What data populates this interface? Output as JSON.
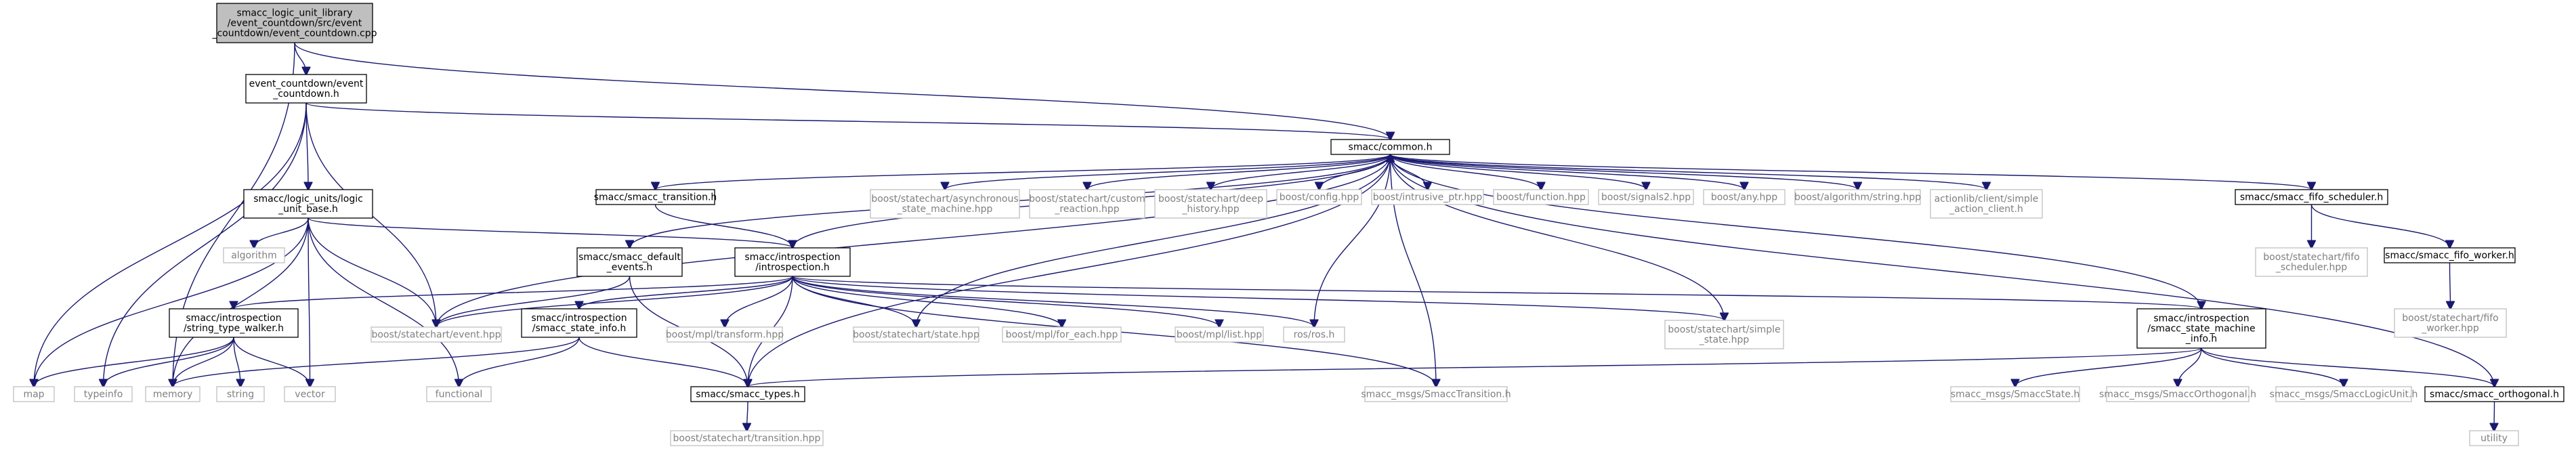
{
  "graph": {
    "title": "",
    "nodes": [
      {
        "id": "root",
        "lines": [
          "smacc_logic_unit_library",
          "/event_countdown/src/event",
          "_countdown/event_countdown.cpp"
        ],
        "kind": "root"
      },
      {
        "id": "ec_h",
        "lines": [
          "event_countdown/event",
          "_countdown.h"
        ],
        "kind": "internal"
      },
      {
        "id": "common",
        "lines": [
          "smacc/common.h"
        ],
        "kind": "internal"
      },
      {
        "id": "lu_base",
        "lines": [
          "smacc/logic_units/logic",
          "_unit_base.h"
        ],
        "kind": "internal"
      },
      {
        "id": "transition_h",
        "lines": [
          "smacc/smacc_transition.h"
        ],
        "kind": "internal"
      },
      {
        "id": "default_events",
        "lines": [
          "smacc/smacc_default",
          "_events.h"
        ],
        "kind": "internal"
      },
      {
        "id": "introspection",
        "lines": [
          "smacc/introspection",
          "/introspection.h"
        ],
        "kind": "internal"
      },
      {
        "id": "fifo_sched",
        "lines": [
          "smacc/smacc_fifo_scheduler.h"
        ],
        "kind": "internal"
      },
      {
        "id": "fifo_worker",
        "lines": [
          "smacc/smacc_fifo_worker.h"
        ],
        "kind": "internal"
      },
      {
        "id": "stw",
        "lines": [
          "smacc/introspection",
          "/string_type_walker.h"
        ],
        "kind": "internal"
      },
      {
        "id": "ssi",
        "lines": [
          "smacc/introspection",
          "/smacc_state_info.h"
        ],
        "kind": "internal"
      },
      {
        "id": "ssmi",
        "lines": [
          "smacc/introspection",
          "/smacc_state_machine",
          "_info.h"
        ],
        "kind": "internal"
      },
      {
        "id": "types",
        "lines": [
          "smacc/smacc_types.h"
        ],
        "kind": "internal"
      },
      {
        "id": "orthogonal",
        "lines": [
          "smacc/smacc_orthogonal.h"
        ],
        "kind": "internal"
      },
      {
        "id": "algorithm",
        "lines": [
          "algorithm"
        ],
        "kind": "external"
      },
      {
        "id": "async_sm",
        "lines": [
          "boost/statechart/asynchronous",
          "_state_machine.hpp"
        ],
        "kind": "external"
      },
      {
        "id": "custom_reaction",
        "lines": [
          "boost/statechart/custom",
          "_reaction.hpp"
        ],
        "kind": "external"
      },
      {
        "id": "deep_history",
        "lines": [
          "boost/statechart/deep",
          "_history.hpp"
        ],
        "kind": "external"
      },
      {
        "id": "config",
        "lines": [
          "boost/config.hpp"
        ],
        "kind": "external"
      },
      {
        "id": "intrusive_ptr",
        "lines": [
          "boost/intrusive_ptr.hpp"
        ],
        "kind": "external"
      },
      {
        "id": "function",
        "lines": [
          "boost/function.hpp"
        ],
        "kind": "external"
      },
      {
        "id": "signals2",
        "lines": [
          "boost/signals2.hpp"
        ],
        "kind": "external"
      },
      {
        "id": "any",
        "lines": [
          "boost/any.hpp"
        ],
        "kind": "external"
      },
      {
        "id": "alg_string",
        "lines": [
          "boost/algorithm/string.hpp"
        ],
        "kind": "external"
      },
      {
        "id": "actionlib",
        "lines": [
          "actionlib/client/simple",
          "_action_client.h"
        ],
        "kind": "external"
      },
      {
        "id": "fifo_sched_hpp",
        "lines": [
          "boost/statechart/fifo",
          "_scheduler.hpp"
        ],
        "kind": "external"
      },
      {
        "id": "fifo_worker_hpp",
        "lines": [
          "boost/statechart/fifo",
          "_worker.hpp"
        ],
        "kind": "external"
      },
      {
        "id": "event_hpp",
        "lines": [
          "boost/statechart/event.hpp"
        ],
        "kind": "external"
      },
      {
        "id": "mpl_transform",
        "lines": [
          "boost/mpl/transform.hpp"
        ],
        "kind": "external"
      },
      {
        "id": "state_hpp",
        "lines": [
          "boost/statechart/state.hpp"
        ],
        "kind": "external"
      },
      {
        "id": "mpl_for_each",
        "lines": [
          "boost/mpl/for_each.hpp"
        ],
        "kind": "external"
      },
      {
        "id": "mpl_list",
        "lines": [
          "boost/mpl/list.hpp"
        ],
        "kind": "external"
      },
      {
        "id": "ros",
        "lines": [
          "ros/ros.h"
        ],
        "kind": "external"
      },
      {
        "id": "simple_state",
        "lines": [
          "boost/statechart/simple",
          "_state.hpp"
        ],
        "kind": "external"
      },
      {
        "id": "map",
        "lines": [
          "map"
        ],
        "kind": "external"
      },
      {
        "id": "typeinfo",
        "lines": [
          "typeinfo"
        ],
        "kind": "external"
      },
      {
        "id": "memory",
        "lines": [
          "memory"
        ],
        "kind": "external"
      },
      {
        "id": "string",
        "lines": [
          "string"
        ],
        "kind": "external"
      },
      {
        "id": "vector",
        "lines": [
          "vector"
        ],
        "kind": "external"
      },
      {
        "id": "functional",
        "lines": [
          "functional"
        ],
        "kind": "external"
      },
      {
        "id": "sm_transition",
        "lines": [
          "smacc_msgs/SmaccTransition.h"
        ],
        "kind": "external"
      },
      {
        "id": "sm_state",
        "lines": [
          "smacc_msgs/SmaccState.h"
        ],
        "kind": "external"
      },
      {
        "id": "sm_orthogonal",
        "lines": [
          "smacc_msgs/SmaccOrthogonal.h"
        ],
        "kind": "external"
      },
      {
        "id": "sm_logicunit",
        "lines": [
          "smacc_msgs/SmaccLogicUnit.h"
        ],
        "kind": "external"
      },
      {
        "id": "transition_hpp",
        "lines": [
          "boost/statechart/transition.hpp"
        ],
        "kind": "external"
      },
      {
        "id": "utility",
        "lines": [
          "utility"
        ],
        "kind": "external"
      }
    ]
  }
}
